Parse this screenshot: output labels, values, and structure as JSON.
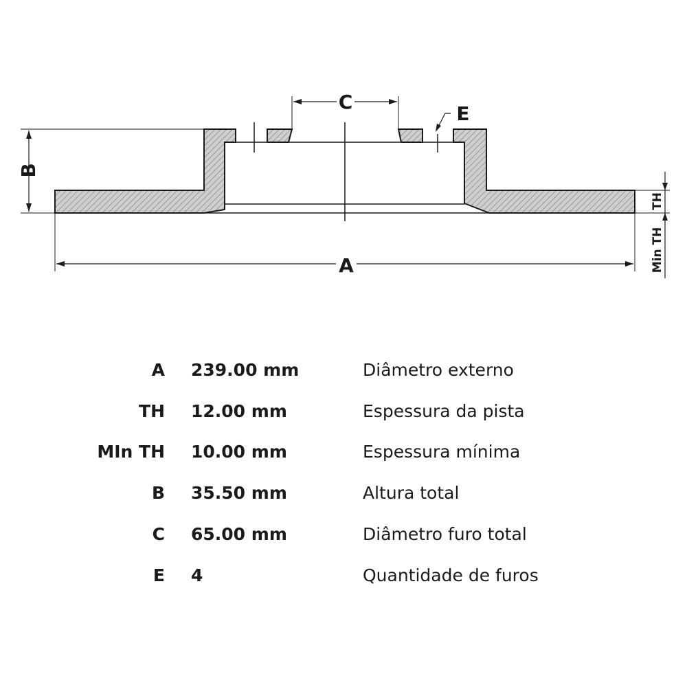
{
  "drawing": {
    "labels": {
      "A": "A",
      "B": "B",
      "C": "C",
      "E": "E",
      "TH": "TH",
      "MinTH": "Min TH"
    }
  },
  "specs": [
    {
      "code": "A",
      "value": "239.00 mm",
      "description": "Diâmetro externo"
    },
    {
      "code": "TH",
      "value": "12.00 mm",
      "description": "Espessura da pista"
    },
    {
      "code": "MIn TH",
      "value": "10.00 mm",
      "description": "Espessura mínima"
    },
    {
      "code": "B",
      "value": "35.50 mm",
      "description": "Altura total"
    },
    {
      "code": "C",
      "value": "65.00 mm",
      "description": "Diâmetro furo total"
    },
    {
      "code": "E",
      "value": "4",
      "description": "Quantidade de furos"
    }
  ],
  "colors": {
    "line": "#1a1a1a",
    "section_fill": "#c9c9c9"
  }
}
